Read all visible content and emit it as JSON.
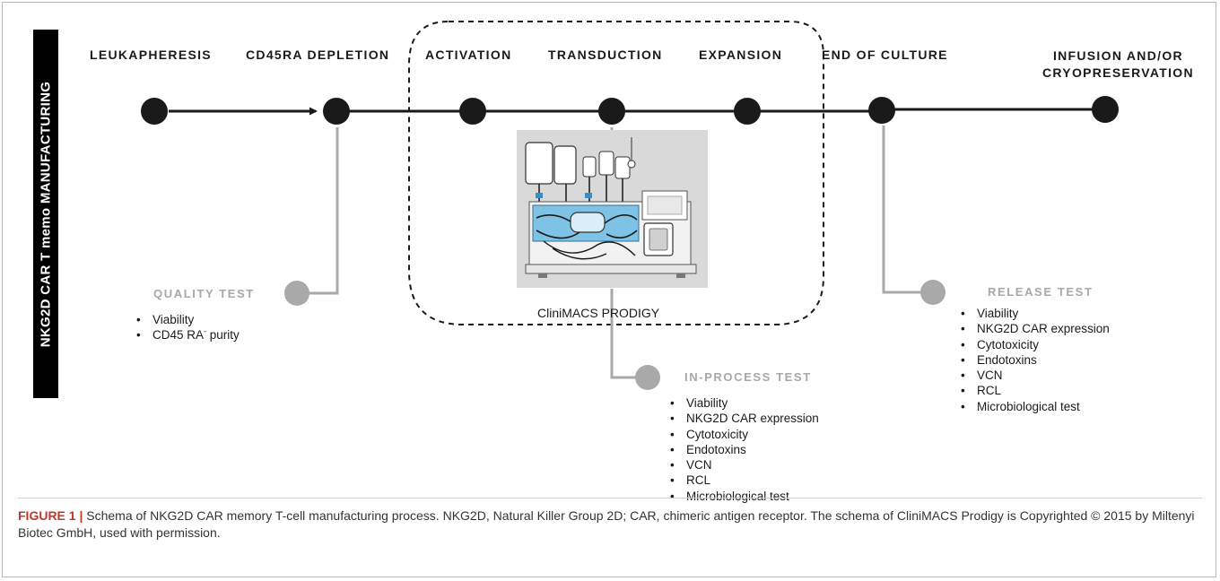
{
  "side_label": "NKG2D CAR T memo MANUFACTURING",
  "stages": {
    "leukapheresis": "LEUKAPHERESIS",
    "cd45ra_depletion": "CD45RA DEPLETION",
    "activation": "ACTIVATION",
    "transduction": "TRANSDUCTION",
    "expansion": "EXPANSION",
    "end_of_culture": "END OF CULTURE",
    "infusion_line1": "INFUSION AND/OR",
    "infusion_line2": "CRYOPRESERVATION"
  },
  "device_caption": "CliniMACS PRODIGY",
  "quality_test": {
    "title": "QUALITY TEST",
    "items": [
      "Viability",
      "CD45 RA",
      " purity"
    ],
    "superscript": "-"
  },
  "in_process_test": {
    "title": "IN-PROCESS TEST",
    "items": [
      "Viability",
      "NKG2D CAR expression",
      "Cytotoxicity",
      "Endotoxins",
      "VCN",
      "RCL",
      "Microbiological test"
    ]
  },
  "release_test": {
    "title": "RELEASE TEST",
    "items": [
      "Viability",
      "NKG2D CAR expression",
      "Cytotoxicity",
      "Endotoxins",
      "VCN",
      "RCL",
      "Microbiological test"
    ]
  },
  "caption": {
    "label": "FIGURE 1 |",
    "text": " Schema of NKG2D CAR memory T-cell manufacturing process. NKG2D, Natural Killer Group 2D; CAR, chimeric antigen receptor. The schema of CliniMACS Prodigy is Copyrighted © 2015 by Miltenyi Biotec GmbH, used with permission."
  },
  "colors": {
    "node": "#1a1a1a",
    "connector_gray": "#a9a9a9",
    "test_title_gray": "#a8a8a8",
    "device_blue": "#7ec3e6",
    "caption_label_red": "#c0392b"
  }
}
